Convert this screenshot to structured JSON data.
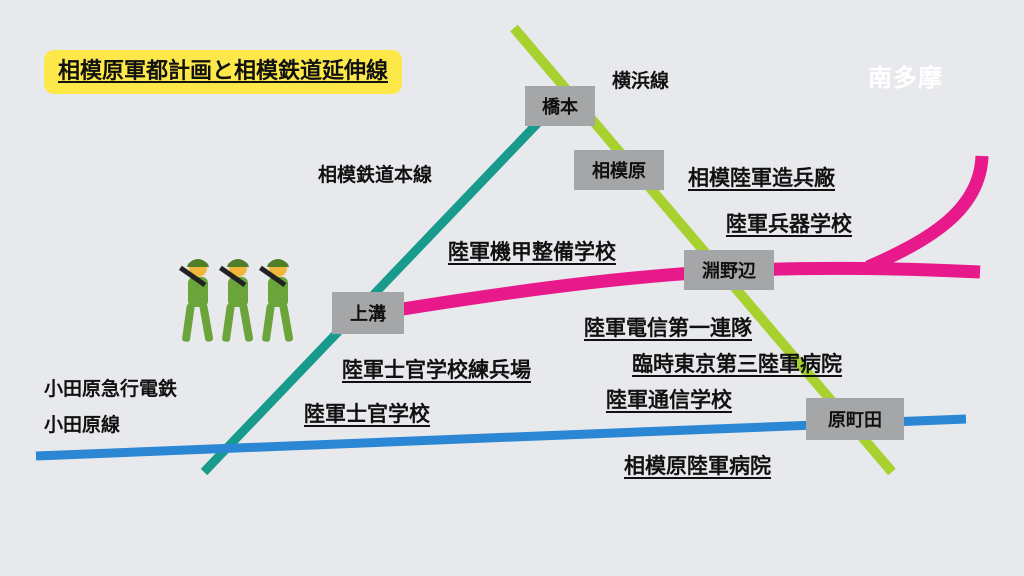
{
  "title": "相模原軍都計画と相模鉄道延伸線",
  "brand": "南多摩",
  "colors": {
    "background": "#e7e9ec",
    "title_bg": "#fde84a",
    "station_bg": "#a5a6a8",
    "yokohama_line": "#a6d12e",
    "sagami_line": "#189b8c",
    "odakyu_line": "#2b86d4",
    "extension_line": "#e8198a",
    "soldier_green": "#6aa43a",
    "soldier_skin": "#f2b73a"
  },
  "lines": {
    "yokohama": "横浜線",
    "sagami": "相模鉄道本線",
    "odakyu_1": "小田原急行電鉄",
    "odakyu_2": "小田原線"
  },
  "stations": {
    "hashimoto": "橋本",
    "sagamihara": "相模原",
    "fuchinobe": "淵野辺",
    "kamimizo": "上溝",
    "haramachida": "原町田"
  },
  "facilities": {
    "zouheisho": "相模陸軍造兵廠",
    "heiki_gakko": "陸軍兵器学校",
    "kikou_seibi": "陸軍機甲整備学校",
    "denshin": "陸軍電信第一連隊",
    "rinji_byouin": "臨時東京第三陸軍病院",
    "renpeijou": "陸軍士官学校練兵場",
    "tsushin_gakko": "陸軍通信学校",
    "shikan_gakko": "陸軍士官学校",
    "sagamihara_byouin": "相模原陸軍病院"
  },
  "icons": [
    "soldier-icon",
    "soldier-icon",
    "soldier-icon"
  ]
}
